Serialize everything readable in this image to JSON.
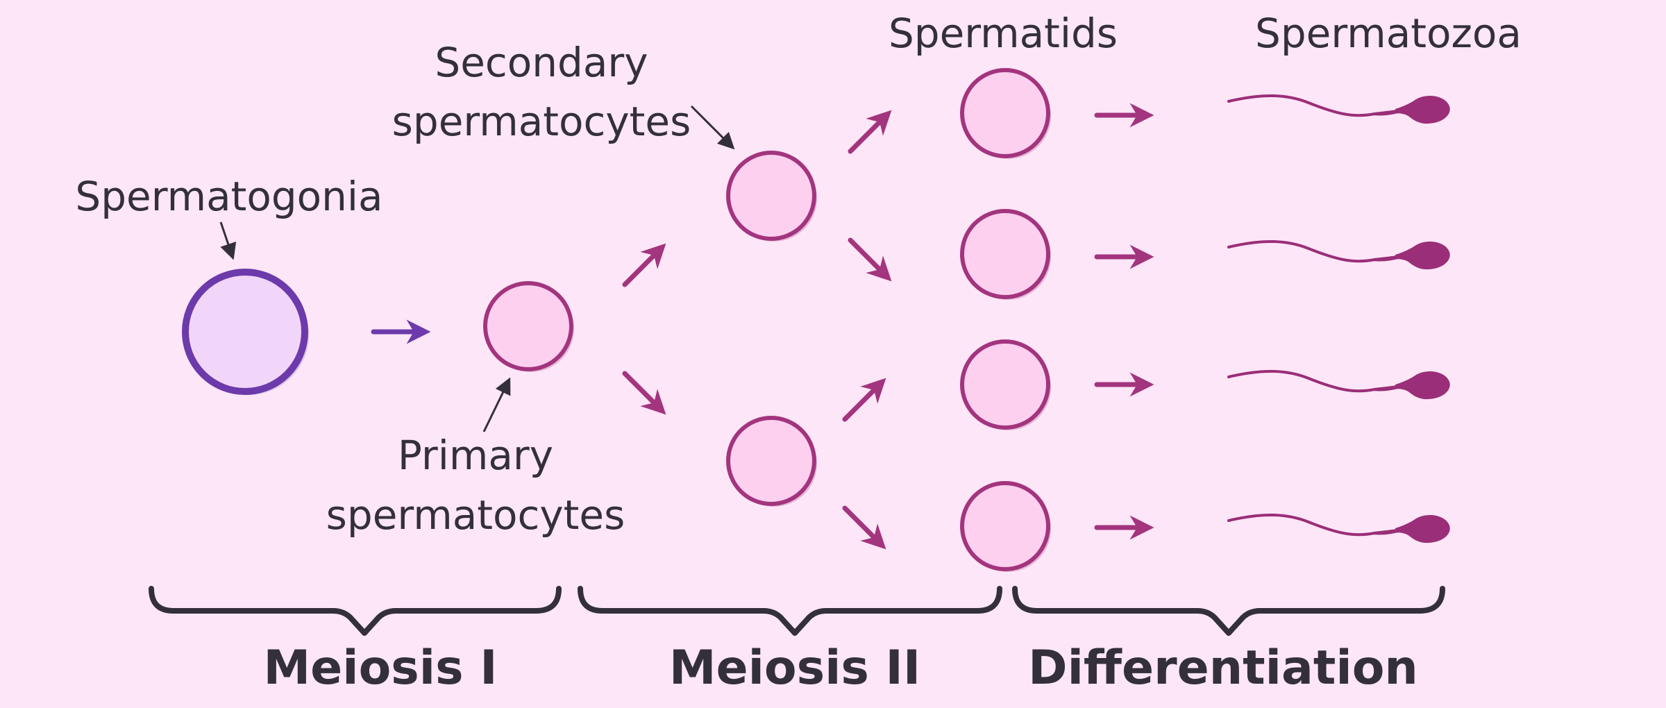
{
  "colors": {
    "background": "#fde6f7",
    "spermatogonium_fill": "#f2d6fa",
    "spermatogonium_stroke": "#6c3aaa",
    "cell_fill": "#fdd0f0",
    "cell_stroke": "#a3347e",
    "sperm": "#9a2e78",
    "text": "#33303a"
  },
  "labels": {
    "spermatogonia": "Spermatogonia",
    "primary_line1": "Primary",
    "primary_line2": "spermatocytes",
    "secondary_line1": "Secondary",
    "secondary_line2": "spermatocytes",
    "spermatids": "Spermatids",
    "spermatozoa": "Spermatozoa"
  },
  "phases": {
    "meiosis_1": "Meiosis I",
    "meiosis_2": "Meiosis II",
    "differentiation": "Differentiation"
  },
  "cell_counts": {
    "spermatogonia": 1,
    "primary_spermatocytes": 1,
    "secondary_spermatocytes": 2,
    "spermatids": 4,
    "spermatozoa": 4
  },
  "icons": [
    "cell-circle",
    "arrow",
    "sperm-icon",
    "curly-brace"
  ]
}
